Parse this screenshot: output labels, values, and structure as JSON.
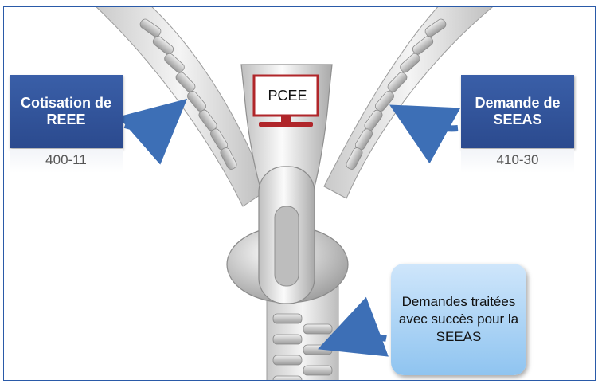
{
  "left_box": {
    "title": "Cotisation de REEE",
    "code": "400-11"
  },
  "right_box": {
    "title": "Demande de SEEAS",
    "code": "410-30"
  },
  "center_label": "PCEE",
  "bubble": {
    "text": "Demandes traitées avec succès pour la SEEAS"
  },
  "colors": {
    "box_blue": "#2f5296",
    "arrow_blue": "#3d6fb6",
    "bubble_blue": "#a9d2f4",
    "monitor_red": "#b0262a"
  }
}
